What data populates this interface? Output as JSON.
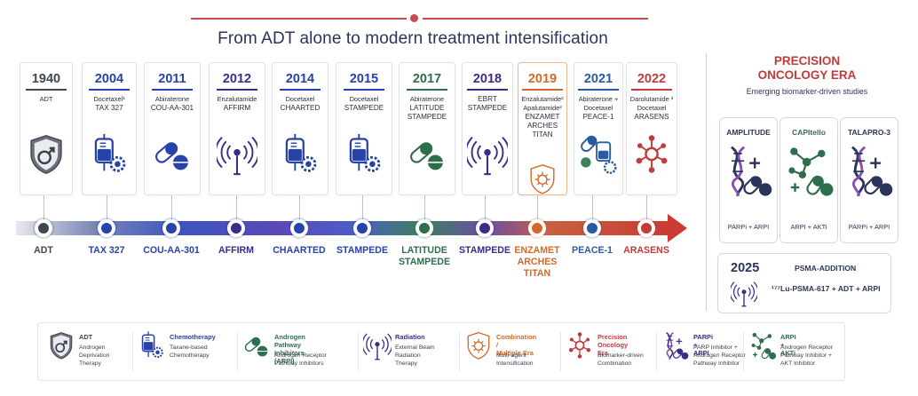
{
  "title": "From ADT alone to modern treatment intensification",
  "cards": [
    {
      "year": "1940",
      "lines": [
        "ADT"
      ],
      "color": "#404652",
      "icon": "shield-male-icon"
    },
    {
      "year": "2004",
      "lines": [
        "Docetaxel¹",
        "TAX 327"
      ],
      "color": "#2742a8",
      "icon": "iv-bag-gear-icon"
    },
    {
      "year": "2011",
      "lines": [
        "Abiraterone",
        "COU-AA-301"
      ],
      "color": "#2742a8",
      "icon": "pill-capsule-icon"
    },
    {
      "year": "2012",
      "lines": [
        "Enzalutamide",
        "AFFIRM"
      ],
      "color": "#3d2a8a",
      "icon": "radiation-tower-icon"
    },
    {
      "year": "2014",
      "lines": [
        "Docetaxel",
        "CHAARTED"
      ],
      "color": "#2742a8",
      "icon": "iv-bag-gear-icon"
    },
    {
      "year": "2015",
      "lines": [
        "Docetaxel",
        "STAMPEDE"
      ],
      "color": "#2742a8",
      "icon": "iv-bag-gear-icon"
    },
    {
      "year": "2017",
      "lines": [
        "Abiraterone",
        "LATITUDE",
        "STAMPEDE"
      ],
      "color": "#2f6e4a",
      "icon": "pill-capsule-icon"
    },
    {
      "year": "2018",
      "lines": [
        "EBRT",
        "STAMPEDE"
      ],
      "color": "#3d2a8a",
      "icon": "radiation-tower-icon"
    },
    {
      "year": "2019",
      "lines": [
        "Enzalutamide²",
        "Apalutamide³",
        "ENZAMET",
        "ARCHES",
        "TITAN"
      ],
      "color": "#d2692a",
      "icon": "shield-virus-icon"
    },
    {
      "year": "2021",
      "lines": [
        "Abiraterone +",
        "Docetaxel",
        "PEACE-1"
      ],
      "color": "#2a5aa0",
      "icon": "pill-iv-combo-icon"
    },
    {
      "year": "2022",
      "lines": [
        "Darolutamide ³",
        "Docetaxel",
        "ARASENS"
      ],
      "color": "#c23b3b",
      "icon": "molecule-icon"
    }
  ],
  "timeline": [
    {
      "label": "ADT",
      "color": "#404652"
    },
    {
      "label": "TAX 327",
      "color": "#2742a8"
    },
    {
      "label": "COU-AA-301",
      "color": "#2742a8"
    },
    {
      "label": "AFFIRM",
      "color": "#3d2a8a"
    },
    {
      "label": "CHAARTED",
      "color": "#2742a8"
    },
    {
      "label": "STAMPEDE",
      "color": "#2742a8"
    },
    {
      "label": "LATITUDE\nSTAMPEDE",
      "color": "#2f6e4a"
    },
    {
      "label": "STAMPEDE",
      "color": "#3d2a8a"
    },
    {
      "label": "ENZAMET\nARCHES\nTITAN",
      "color": "#d2692a"
    },
    {
      "label": "PEACE-1",
      "color": "#2a5aa0"
    },
    {
      "label": "ARASENS",
      "color": "#c23b3b"
    }
  ],
  "precision": {
    "heading": "PRECISION\nONCOLOGY ERA",
    "subheading": "Emerging biomarker-driven studies",
    "studies": [
      {
        "name": "AMPLITUDE",
        "combo": "PARPi + ARPI",
        "color": "#2a3559",
        "icon": "dna-pill-icon"
      },
      {
        "name": "CAPItello",
        "combo": "ARPI + AKTi",
        "color": "#2f6e4a",
        "icon": "network-pill-icon"
      },
      {
        "name": "TALAPRO-3",
        "combo": "PARPi + ARPI",
        "color": "#2a3559",
        "icon": "dna-pill-icon"
      }
    ],
    "psma": {
      "year": "2025",
      "title": "PSMA-ADDITION",
      "combo": "¹⁷⁷Lu-PSMA-617 + ADT + ARPI"
    }
  },
  "legend": [
    {
      "title": "ADT",
      "desc": [
        "Androgen",
        "Deprivation",
        "Therapy"
      ],
      "color": "#404652",
      "icon": "shield-male-icon"
    },
    {
      "title": "Chemotherapy",
      "desc": [
        "Taxane-based",
        "Chemotherapy"
      ],
      "color": "#2742a8",
      "icon": "iv-bag-gear-icon"
    },
    {
      "title": "Androgen Pathway\nInhibitors (ARPI)",
      "desc": [
        "Androgen Receptor",
        "Pathway Inhibitors"
      ],
      "color": "#2f6e4a",
      "icon": "pill-capsule-icon"
    },
    {
      "title": "Radiation",
      "desc": [
        "External Beam",
        "Radiation",
        "Therapy"
      ],
      "color": "#3d2a8a",
      "icon": "radiation-tower-icon"
    },
    {
      "title": "Combination /\nMultiple Era",
      "desc": [
        "Multi-agent",
        "Intensification"
      ],
      "color": "#d2692a",
      "icon": "shield-virus-icon"
    },
    {
      "title": "Precision\nOncology Era",
      "desc": [
        "Biomarker-driven",
        "Combination"
      ],
      "color": "#c23b3b",
      "icon": "molecule-icon"
    },
    {
      "title": "PARPi + ARPI",
      "desc": [
        "PARP Inhibitor +",
        "Androgen Receptor",
        "Pathway Inhibitor"
      ],
      "color": "#3d2a8a",
      "icon": "dna-pill-icon"
    },
    {
      "title": "ARPI + AKTi",
      "desc": [
        "Androgen Receptor",
        "Pathway Inhibitor +",
        "AKT Inhibitor"
      ],
      "color": "#2f6e4a",
      "icon": "network-pill-icon"
    }
  ]
}
